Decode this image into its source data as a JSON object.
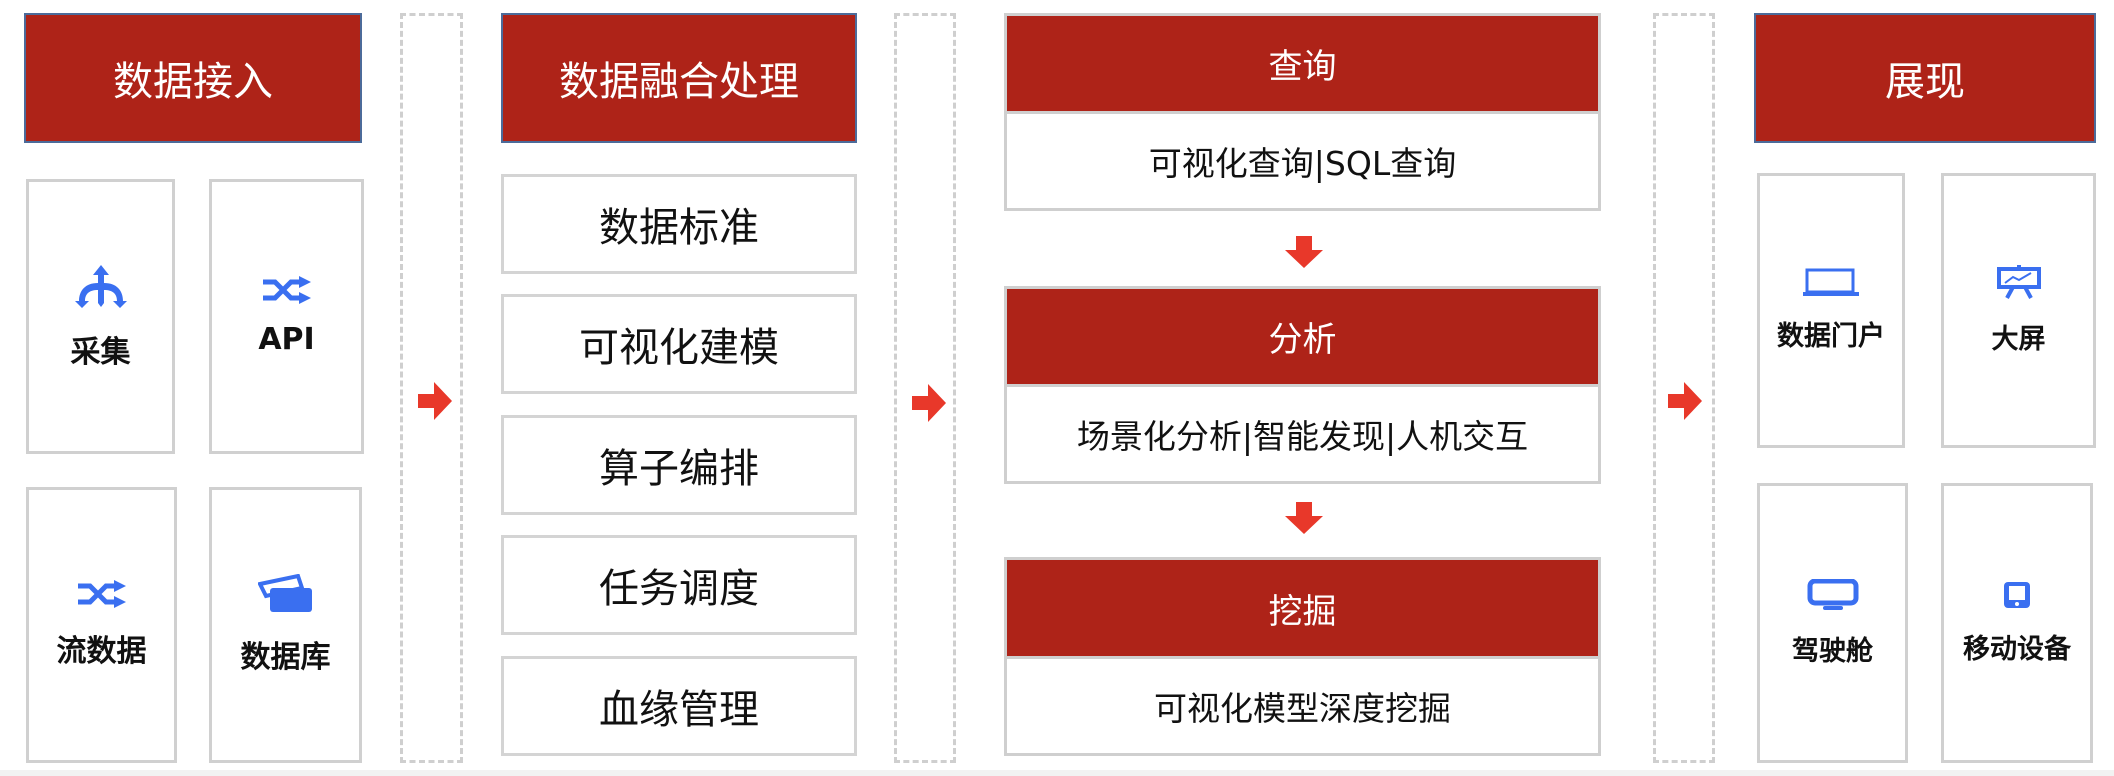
{
  "colors": {
    "header": "#AE2318",
    "arrow": "#E8382A",
    "icon": "#3A6FF0"
  },
  "ingest": {
    "title": "数据接入",
    "cards": [
      {
        "label": "采集",
        "icon": "merge-arrows-icon"
      },
      {
        "label": "API",
        "icon": "shuffle-icon"
      },
      {
        "label": "流数据",
        "icon": "shuffle-icon"
      },
      {
        "label": "数据库",
        "icon": "database-cards-icon"
      }
    ]
  },
  "process": {
    "title": "数据融合处理",
    "items": [
      "数据标准",
      "可视化建模",
      "算子编排",
      "任务调度",
      "血缘管理"
    ]
  },
  "analysis": {
    "stages": [
      {
        "title": "查询",
        "body": "可视化查询|SQL查询"
      },
      {
        "title": "分析",
        "body": "场景化分析|智能发现|人机交互"
      },
      {
        "title": "挖掘",
        "body": "可视化模型深度挖掘"
      }
    ]
  },
  "display": {
    "title": "展现",
    "cards": [
      {
        "label": "数据门户",
        "icon": "laptop-icon"
      },
      {
        "label": "大屏",
        "icon": "presentation-board-icon"
      },
      {
        "label": "驾驶舱",
        "icon": "monitor-icon"
      },
      {
        "label": "移动设备",
        "icon": "tablet-icon"
      }
    ]
  }
}
